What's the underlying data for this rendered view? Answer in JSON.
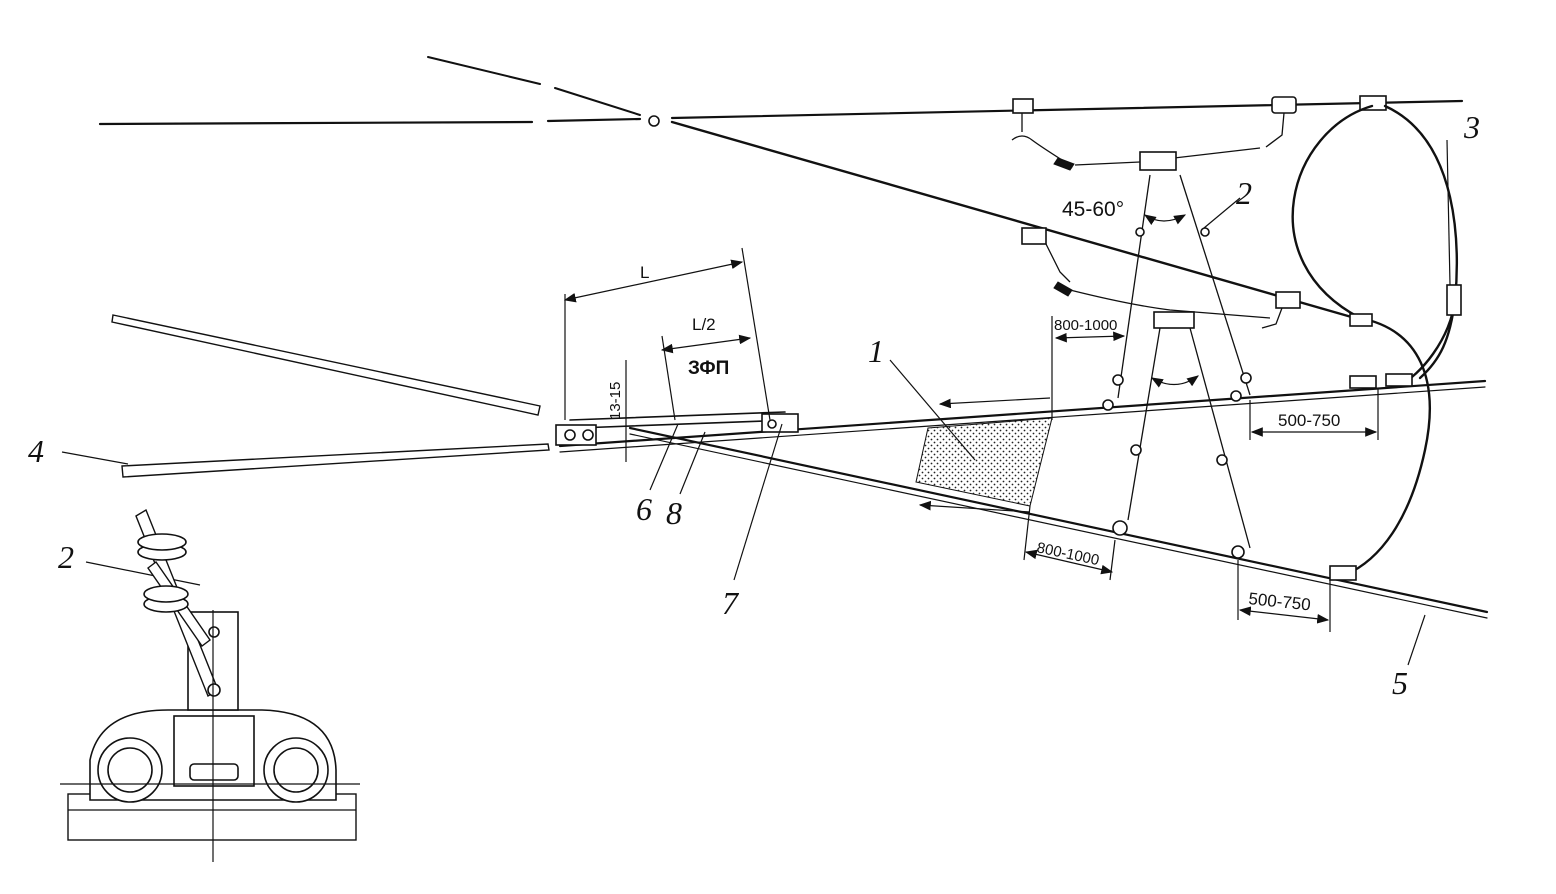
{
  "labels": {
    "one": "1",
    "two": "2",
    "two_detail": "2",
    "three": "3",
    "four": "4",
    "five": "5",
    "six": "6",
    "seven": "7",
    "eight": "8"
  },
  "dimensions": {
    "L": "L",
    "L_half": "L/2",
    "zone": "ЗФП",
    "gap": "13-15",
    "angle": "45-60°",
    "clear_top": "800-1000",
    "clear_bottom": "800-1000",
    "spacing_top": "500-750",
    "spacing_bottom": "500-750"
  }
}
